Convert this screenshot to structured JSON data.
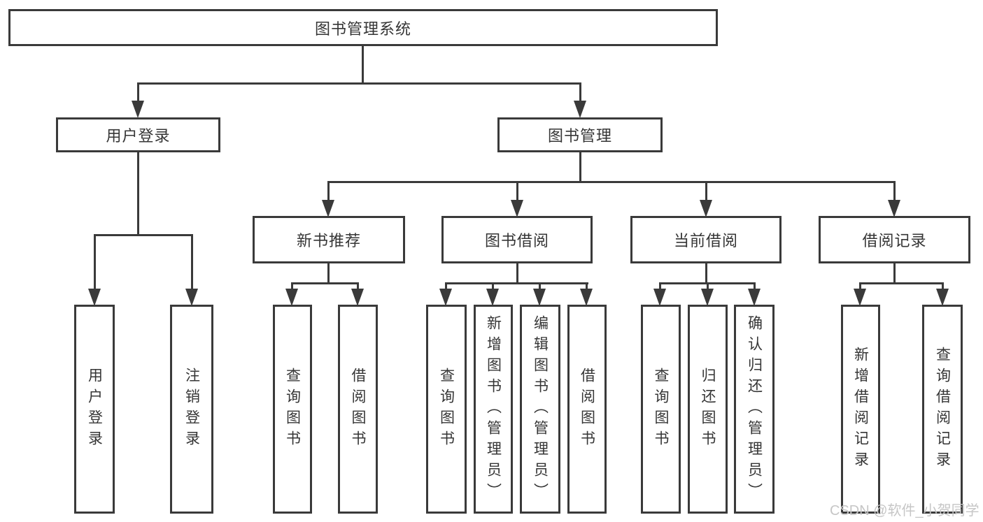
{
  "diagram_type": "hierarchy-tree",
  "tree": {
    "label": "图书管理系统",
    "children": [
      {
        "label": "用户登录",
        "children": [
          {
            "label": "用户登录"
          },
          {
            "label": "注销登录"
          }
        ]
      },
      {
        "label": "图书管理",
        "children": [
          {
            "label": "新书推荐",
            "children": [
              {
                "label": "查询图书"
              },
              {
                "label": "借阅图书"
              }
            ]
          },
          {
            "label": "图书借阅",
            "children": [
              {
                "label": "查询图书"
              },
              {
                "label": "新增图书（管理员）"
              },
              {
                "label": "编辑图书（管理员）"
              },
              {
                "label": "借阅图书"
              }
            ]
          },
          {
            "label": "当前借阅",
            "children": [
              {
                "label": "查询图书"
              },
              {
                "label": "归还图书"
              },
              {
                "label": "确认归还（管理员）"
              }
            ]
          },
          {
            "label": "借阅记录",
            "children": [
              {
                "label": "新增借阅记录"
              },
              {
                "label": "查询借阅记录"
              }
            ]
          }
        ]
      }
    ]
  },
  "watermark": {
    "text": "CSDN @软件_小贺同学"
  },
  "colors": {
    "line": "#3a3a3a",
    "text": "#353535",
    "box_background": "#ffffff",
    "watermark": "#c6c6c6"
  }
}
